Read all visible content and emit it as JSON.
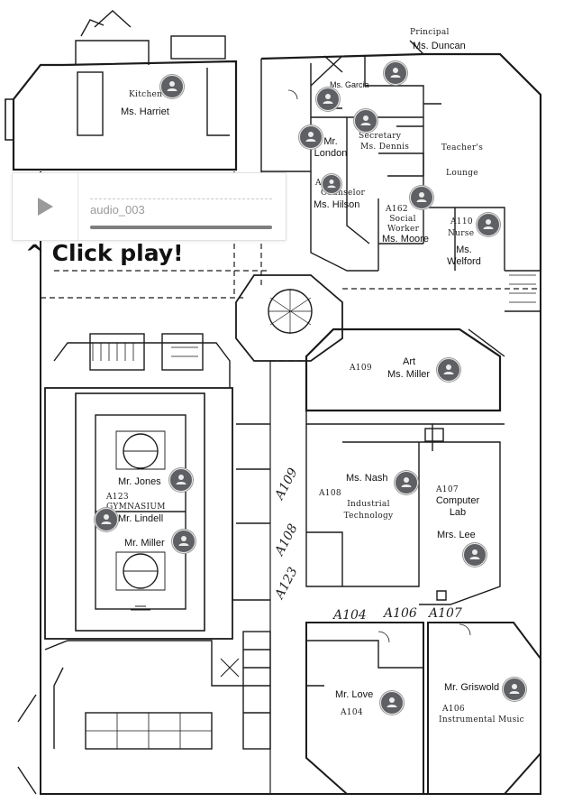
{
  "map": {
    "principal": {
      "title": "Principal",
      "name": "Ms. Duncan"
    },
    "kitchen": {
      "label": "Kitchen",
      "staff": "Ms. Harriet"
    },
    "ms_garcia": "Ms. Garcia",
    "mr_london": "Mr. London",
    "secretary": {
      "title": "Secretary",
      "name": "Ms. Dennis"
    },
    "teachers_lounge": "Teacher's Lounge",
    "counselor": {
      "room": "A",
      "title": "Counselor",
      "name": "Ms. Hilson"
    },
    "social_worker": {
      "room": "A162",
      "title": "Social Worker",
      "name": "Ms. Moore"
    },
    "nurse": {
      "room": "A110",
      "title": "Nurse",
      "name": "Ms. Welford"
    },
    "art": {
      "subject": "Art",
      "teacher": "Ms. Miller",
      "room": "A109"
    },
    "industrial": {
      "teacher": "Ms. Nash",
      "room": "A108",
      "subject": "Industrial Technology"
    },
    "computer_lab": {
      "room": "A107",
      "name": "Computer Lab",
      "teacher": "Mrs. Lee"
    },
    "gym": {
      "room": "A123",
      "name": "GYMNASIUM",
      "coach_1": "Mr. Jones",
      "coach_2": "Mr. Lindell",
      "coach_3": "Mr. Miller"
    },
    "hall_labels": [
      "A109",
      "A108",
      "A123",
      "A104",
      "A106",
      "A107"
    ],
    "mr_love": {
      "name": "Mr. Love",
      "room": "A104"
    },
    "mr_griswold": {
      "name": "Mr. Griswold",
      "room": "A106",
      "subject": "Instrumental Music"
    }
  },
  "pin_icon": "person-icon",
  "player": {
    "track": "audio_003",
    "progress": 1.0,
    "play_icon": "play-icon"
  },
  "hint": "^ Click play!",
  "colors": {
    "pin": "#5f6064",
    "line": "#1a1a1a"
  }
}
